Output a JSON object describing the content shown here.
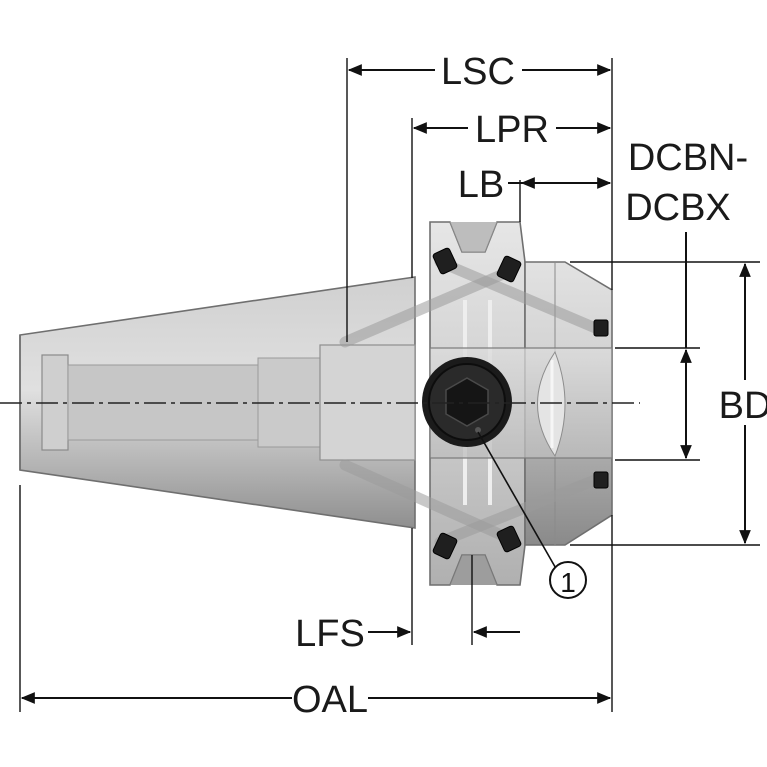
{
  "labels": {
    "lsc": "LSC",
    "lpr": "LPR",
    "lb": "LB",
    "dcbn": "DCBN-",
    "dcbx": "DCBX",
    "bd": "BD",
    "lfs": "LFS",
    "oal": "OAL",
    "callout": "1"
  },
  "colors": {
    "body_light": "#d6d6d6",
    "body_dark": "#8e8e8e",
    "outline": "#6f6f6f",
    "screw": "#1b1b1b",
    "dimension": "#111111"
  }
}
